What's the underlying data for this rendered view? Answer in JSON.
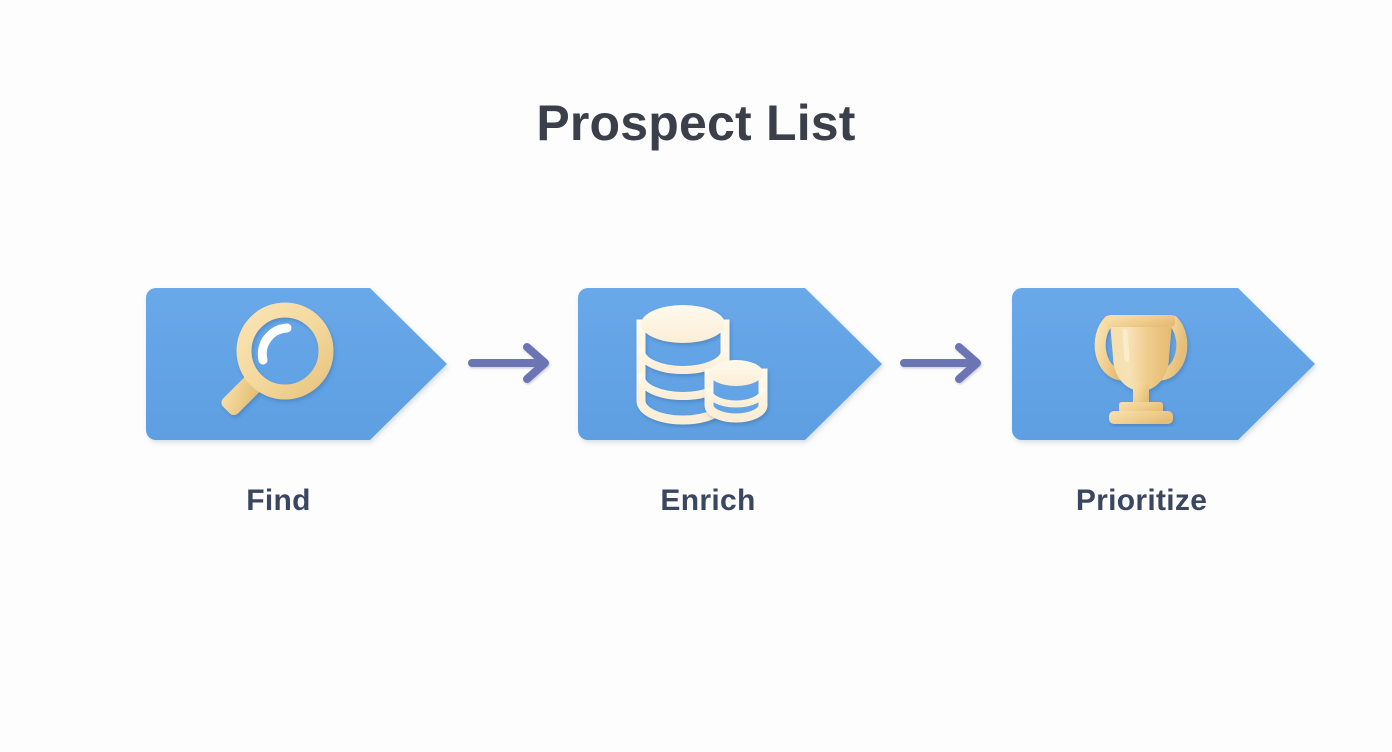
{
  "page": {
    "title": "Prospect List",
    "background_color": "#fdfdfd",
    "title_color": "#3a3f4a"
  },
  "theme": {
    "chevron_fill": "#63a4e6",
    "chevron_fill_dark": "#5b9ce0",
    "icon_gold": "#f3d79b",
    "icon_gold_light": "#f9e6bd",
    "icon_gold_dark": "#e8c178",
    "icon_cream": "#fdf1dc",
    "icon_cream_light": "#fff8ea",
    "arrow_color": "#6c74b4",
    "label_color": "#3b4660"
  },
  "flow": {
    "stages": [
      {
        "id": "find",
        "label": "Find",
        "icon": "magnifying-glass-icon",
        "order": 1
      },
      {
        "id": "enrich",
        "label": "Enrich",
        "icon": "database-icon",
        "order": 2
      },
      {
        "id": "prioritize",
        "label": "Prioritize",
        "icon": "trophy-icon",
        "order": 3
      }
    ],
    "connectors": [
      {
        "id": "connector-1",
        "icon": "arrow-right-icon",
        "from": "find",
        "to": "enrich"
      },
      {
        "id": "connector-2",
        "icon": "arrow-right-icon",
        "from": "enrich",
        "to": "prioritize"
      }
    ]
  }
}
